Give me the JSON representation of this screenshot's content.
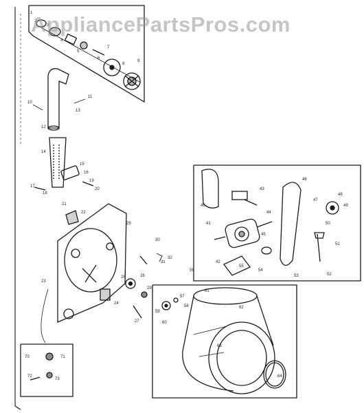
{
  "watermark": "AppliancePartsPros.com",
  "colors": {
    "ink": "#1a1a1a",
    "paper": "#ffffff",
    "watermark": "#969696"
  },
  "part_labels": {
    "top_inset": [
      "1",
      "2",
      "3",
      "4",
      "5",
      "6",
      "7",
      "8",
      "9"
    ],
    "left_column": [
      "10",
      "11",
      "12",
      "13",
      "14",
      "15",
      "16",
      "17",
      "18",
      "19",
      "20",
      "21",
      "22"
    ],
    "bulkhead": [
      "23",
      "24",
      "25",
      "26",
      "27",
      "28",
      "29",
      "30",
      "31",
      "32"
    ],
    "motor_inset": [
      "40",
      "41",
      "42",
      "43",
      "44",
      "45",
      "46",
      "47",
      "48",
      "49",
      "50",
      "51",
      "52",
      "53",
      "54",
      "55"
    ],
    "drum_inset": [
      "56",
      "57",
      "58",
      "59",
      "60",
      "61",
      "62",
      "63",
      "64"
    ],
    "bottom_left_inset": [
      "70",
      "71",
      "72",
      "73"
    ]
  }
}
